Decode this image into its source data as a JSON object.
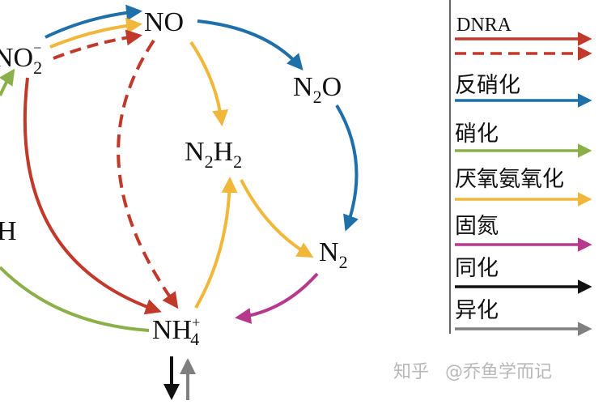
{
  "nodes": {
    "no": {
      "base": "NO"
    },
    "no2": {
      "base": "NO",
      "sub": "2",
      "sup": "−"
    },
    "n2o": {
      "base": "N",
      "sub": "2",
      "tail": "O"
    },
    "n2h2": {
      "base": "N",
      "sub": "2",
      "mid": "H",
      "sub2": "2"
    },
    "n2": {
      "base": "N",
      "sub": "2"
    },
    "nh4": {
      "base": "NH",
      "sub": "4",
      "sup": "+"
    },
    "h": {
      "base": "H"
    }
  },
  "legend": [
    {
      "label": "DNRA",
      "color": "#c0392b"
    },
    {
      "label": "",
      "color": "#c0392b",
      "dashed": true
    },
    {
      "label": "反硝化",
      "color": "#1f6fa8"
    },
    {
      "label": "硝化",
      "color": "#8bb04a"
    },
    {
      "label": "厌氧氨氧化",
      "color": "#f0b73a"
    },
    {
      "label": "固氮",
      "color": "#b53a8e"
    },
    {
      "label": "同化",
      "color": "#111111"
    },
    {
      "label": "异化",
      "color": "#808080"
    }
  ],
  "colors": {
    "dnra": "#c0392b",
    "denitrification": "#1f6fa8",
    "nitrification": "#8bb04a",
    "anammox": "#f0b73a",
    "fixation": "#b53a8e",
    "assimilation": "#111111",
    "dissimilation": "#808080"
  },
  "watermark": {
    "brand": "知乎",
    "author": "@乔鱼学而记"
  }
}
